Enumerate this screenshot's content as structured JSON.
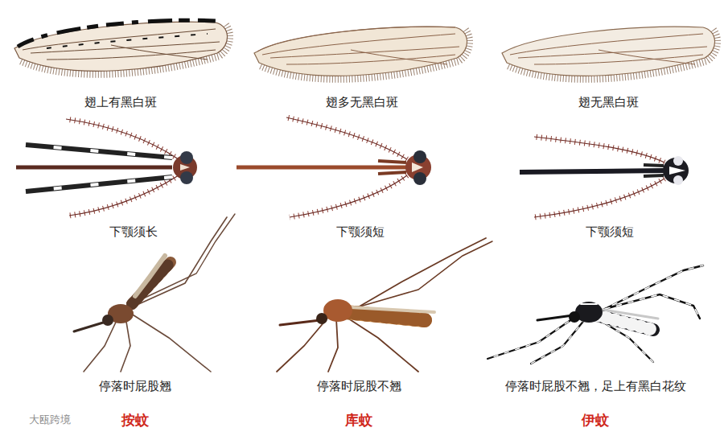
{
  "diagram": {
    "labels": [
      "翅上有黑白斑",
      "翅多无黑白斑",
      "翅无黑白斑",
      "下颚须长",
      "下颚须短",
      "下颚须短",
      "停落时屁股翘",
      "停落时屁股不翘",
      "停落时屁股不翘，足上有黑白花纹",
      "按蚊",
      "库蚊",
      "伊蚊",
      "大瓯跨境"
    ]
  }
}
